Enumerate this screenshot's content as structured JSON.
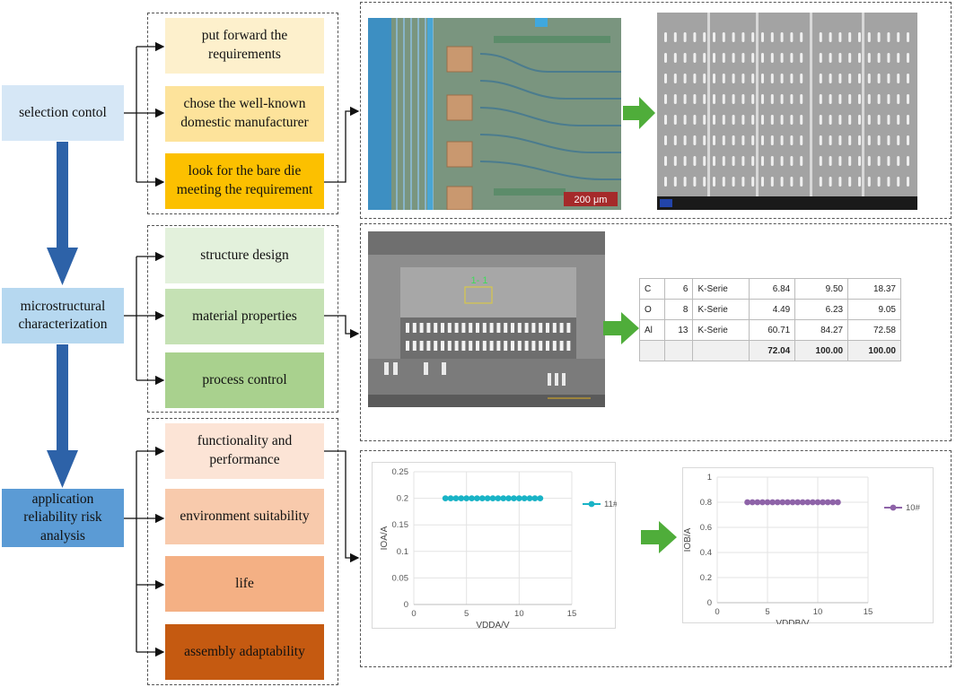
{
  "stages": [
    {
      "label": "selection contol",
      "color": "#d6e7f6"
    },
    {
      "label": "microstructural characterization",
      "color": "#b6d8f0"
    },
    {
      "label": "application reliability risk analysis",
      "color": "#5b9bd5"
    }
  ],
  "group1": {
    "items": [
      {
        "label": "put forward the requirements",
        "color": "#fdf0cc"
      },
      {
        "label": "chose the well-known domestic manufacturer",
        "color": "#fde39b"
      },
      {
        "label": "look for the bare die meeting the requirement",
        "color": "#fcc000"
      }
    ]
  },
  "group2": {
    "items": [
      {
        "label": "structure design",
        "color": "#e3f1dc"
      },
      {
        "label": "material properties",
        "color": "#c5e1b4"
      },
      {
        "label": "process control",
        "color": "#a9d18e"
      }
    ]
  },
  "group3": {
    "items": [
      {
        "label": "functionality and performance",
        "color": "#fce4d6"
      },
      {
        "label": "environment suitability",
        "color": "#f8caac"
      },
      {
        "label": "life",
        "color": "#f4b084"
      },
      {
        "label": "assembly adaptability",
        "color": "#c55a11"
      }
    ]
  },
  "images": {
    "optical_scale": "200 μm",
    "sem_region_label": "1- 1"
  },
  "eds_table": {
    "rows": [
      [
        "C",
        "6",
        "K-Serie",
        "6.84",
        "9.50",
        "18.37"
      ],
      [
        "O",
        "8",
        "K-Serie",
        "4.49",
        "6.23",
        "9.05"
      ],
      [
        "Al",
        "13",
        "K-Serie",
        "60.71",
        "84.27",
        "72.58"
      ],
      [
        "",
        "",
        "",
        "72.04",
        "100.00",
        "100.00"
      ]
    ]
  },
  "chart_data": [
    {
      "type": "line",
      "xlabel": "VDDA/V",
      "ylabel": "IOA/A",
      "xlim": [
        0,
        15
      ],
      "ylim": [
        0,
        0.25
      ],
      "xticks": [
        "0",
        "5",
        "10",
        "15"
      ],
      "yticks": [
        "0",
        "0.05",
        "0.1",
        "0.15",
        "0.2",
        "0.25"
      ],
      "legend": "right",
      "series": [
        {
          "name": "11#",
          "color": "#19b3c6",
          "x": [
            3.0,
            3.5,
            4.0,
            4.5,
            5.0,
            5.5,
            6.0,
            6.5,
            7.0,
            7.5,
            8.0,
            8.5,
            9.0,
            9.5,
            10.0,
            10.5,
            11.0,
            11.5,
            12.0
          ],
          "y": [
            0.2,
            0.2,
            0.2,
            0.2,
            0.2,
            0.2,
            0.2,
            0.2,
            0.2,
            0.2,
            0.2,
            0.2,
            0.2,
            0.2,
            0.2,
            0.2,
            0.2,
            0.2,
            0.2
          ]
        }
      ]
    },
    {
      "type": "line",
      "xlabel": "VDDB/V",
      "ylabel": "IOB/A",
      "xlim": [
        0,
        15
      ],
      "ylim": [
        0,
        1
      ],
      "xticks": [
        "0",
        "5",
        "10",
        "15"
      ],
      "yticks": [
        "0",
        "0.2",
        "0.4",
        "0.6",
        "0.8",
        "1"
      ],
      "legend": "right",
      "series": [
        {
          "name": "10#",
          "color": "#8e63a8",
          "x": [
            3.0,
            3.5,
            4.0,
            4.5,
            5.0,
            5.5,
            6.0,
            6.5,
            7.0,
            7.5,
            8.0,
            8.5,
            9.0,
            9.5,
            10.0,
            10.5,
            11.0,
            11.5,
            12.0
          ],
          "y": [
            0.8,
            0.8,
            0.8,
            0.8,
            0.8,
            0.8,
            0.8,
            0.8,
            0.8,
            0.8,
            0.8,
            0.8,
            0.8,
            0.8,
            0.8,
            0.8,
            0.8,
            0.8,
            0.8
          ]
        }
      ]
    }
  ]
}
